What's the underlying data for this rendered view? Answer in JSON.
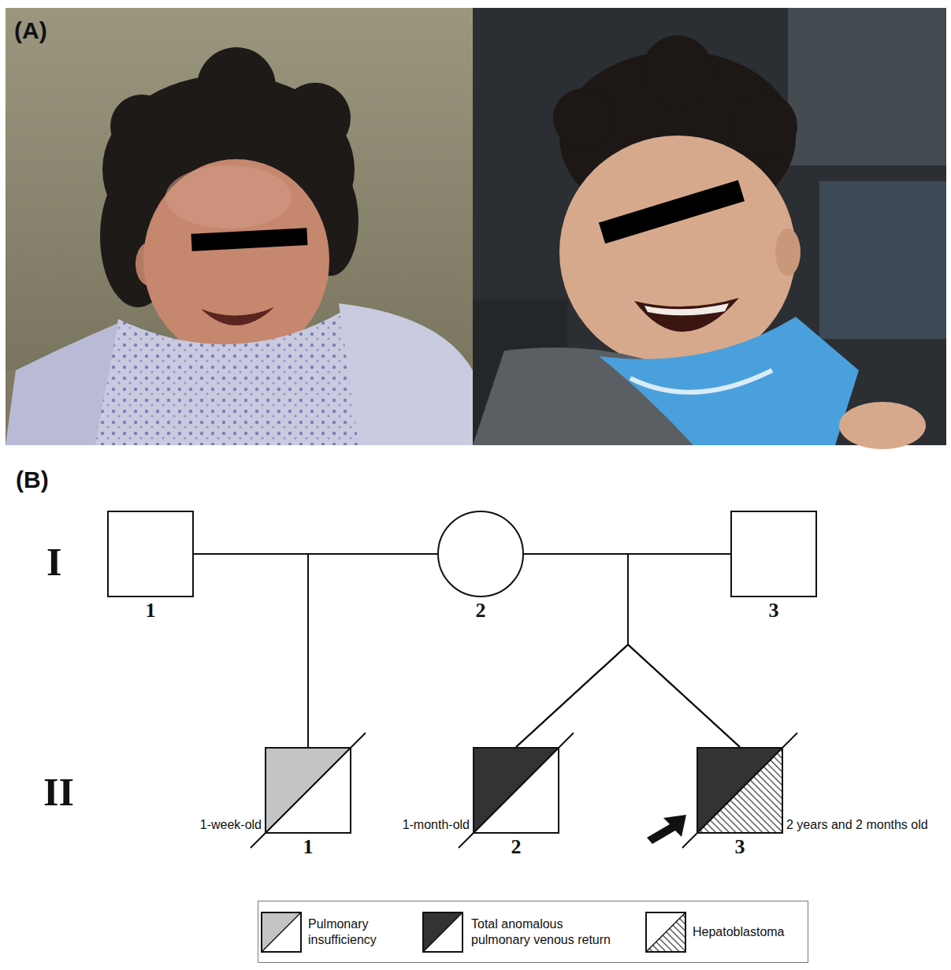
{
  "diagram": {
    "nodes": [
      {
        "text": [
          "1"
        ]
      },
      {
        "text": [
          "2"
        ]
      },
      {
        "text": [
          "3"
        ]
      },
      {
        "text": [
          "1",
          "1-week-old"
        ]
      },
      {
        "text": [
          "2",
          "1-month-old"
        ]
      },
      {
        "text": [
          "3",
          "2 years and 2 months old"
        ]
      }
    ],
    "edges": [
      {
        "from": 0,
        "to": 1,
        "arrow": "none"
      },
      {
        "from": 1,
        "to": 2,
        "arrow": "none"
      },
      {
        "from": 0,
        "to": 3,
        "arrow": "none"
      },
      {
        "from": 1,
        "to": 3,
        "arrow": "none"
      },
      {
        "from": 1,
        "to": 4,
        "arrow": "none"
      },
      {
        "from": 2,
        "to": 4,
        "arrow": "none"
      },
      {
        "from": 1,
        "to": 5,
        "arrow": "none"
      },
      {
        "from": 2,
        "to": 5,
        "arrow": "none"
      }
    ],
    "labels": [
      "(A)",
      "(B)",
      "I",
      "II"
    ],
    "legend": [
      {
        "text": "Pulmonary insufficiency"
      },
      {
        "text": "Total anomalous pulmonary venous return"
      },
      {
        "text": "Hepatoblastoma"
      }
    ]
  }
}
